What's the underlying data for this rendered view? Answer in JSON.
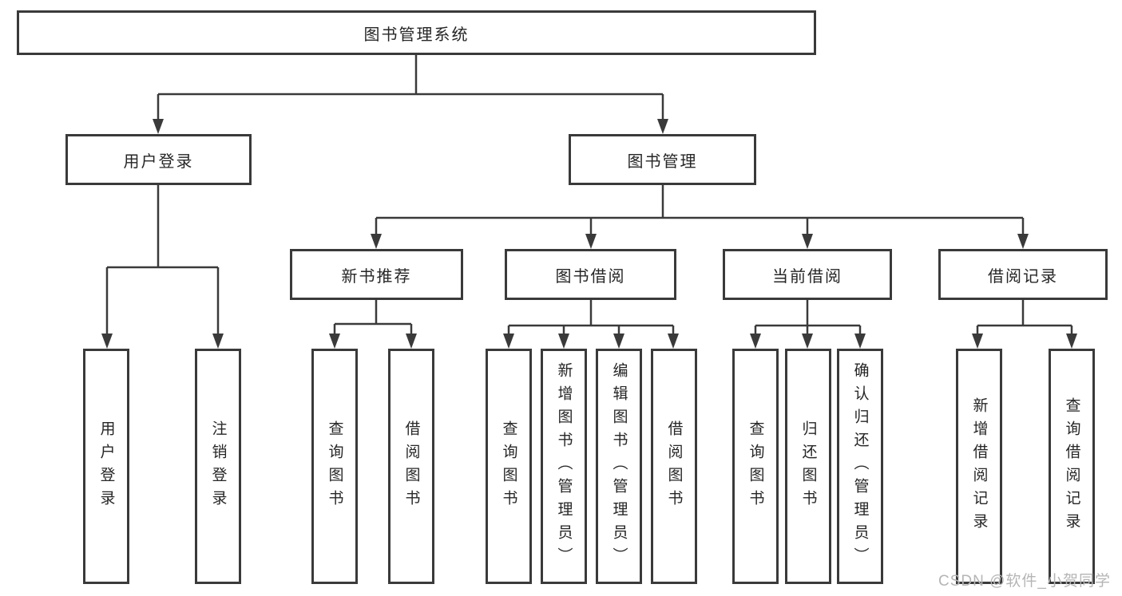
{
  "colors": {
    "line": "#3a3a3a",
    "text": "#262626",
    "box_background": "#ffffff",
    "page_background": "#ffffff",
    "watermark": "#b5b5b5"
  },
  "tree": {
    "root": "图书管理系统",
    "branches": [
      {
        "label": "用户登录",
        "leaves": [
          "用户登录",
          "注销登录"
        ]
      },
      {
        "label": "图书管理",
        "groups": [
          {
            "label": "新书推荐",
            "leaves": [
              "查询图书",
              "借阅图书"
            ]
          },
          {
            "label": "图书借阅",
            "leaves": [
              "查询图书",
              "新增图书（管理员）",
              "编辑图书（管理员）",
              "借阅图书"
            ]
          },
          {
            "label": "当前借阅",
            "leaves": [
              "查询图书",
              "归还图书",
              "确认归还（管理员）"
            ]
          },
          {
            "label": "借阅记录",
            "leaves": [
              "新增借阅记录",
              "查询借阅记录"
            ]
          }
        ]
      }
    ]
  },
  "watermark": "CSDN @软件_小贺同学"
}
